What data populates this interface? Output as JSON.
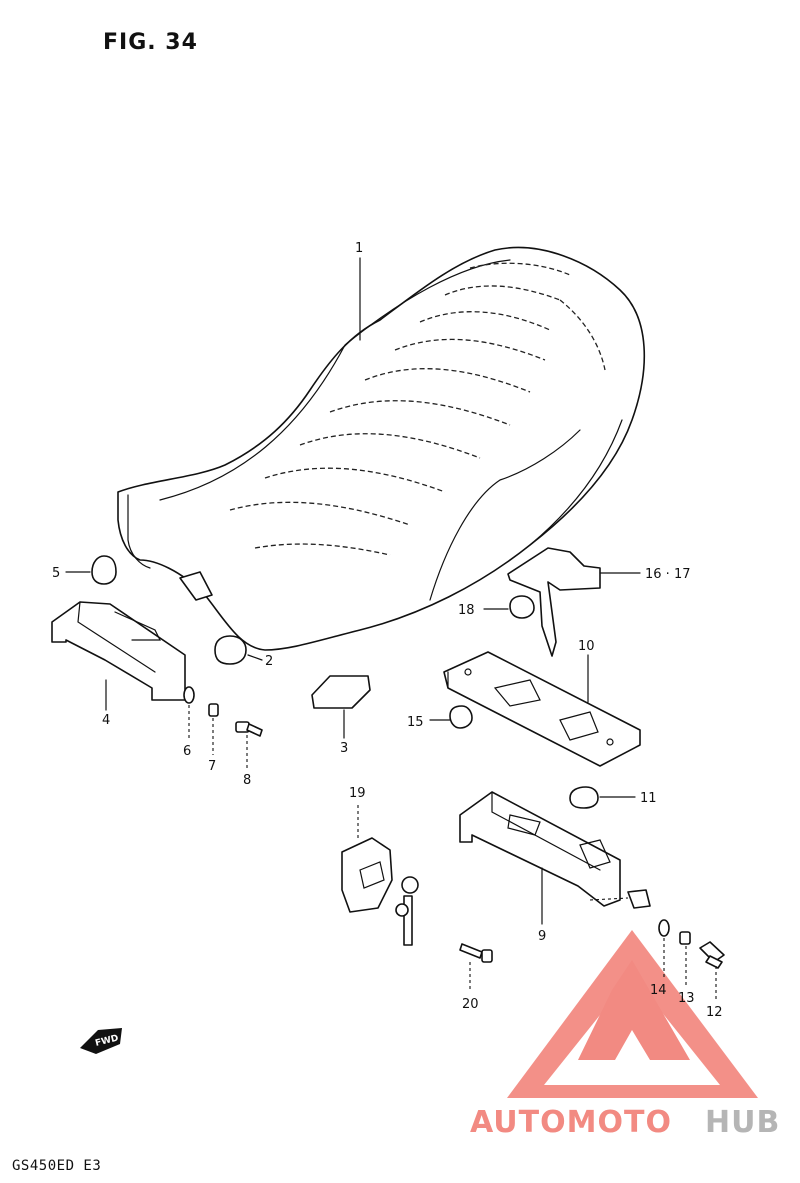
{
  "figure": {
    "title": "FIG. 34",
    "model": "GS450ED  E3"
  },
  "callouts": [
    {
      "id": "c1",
      "text": "1"
    },
    {
      "id": "c2",
      "text": "2"
    },
    {
      "id": "c3",
      "text": "3"
    },
    {
      "id": "c4",
      "text": "4"
    },
    {
      "id": "c5",
      "text": "5"
    },
    {
      "id": "c6",
      "text": "6"
    },
    {
      "id": "c7",
      "text": "7"
    },
    {
      "id": "c8",
      "text": "8"
    },
    {
      "id": "c9",
      "text": "9"
    },
    {
      "id": "c10",
      "text": "10"
    },
    {
      "id": "c11",
      "text": "11"
    },
    {
      "id": "c12",
      "text": "12"
    },
    {
      "id": "c13",
      "text": "13"
    },
    {
      "id": "c14",
      "text": "14"
    },
    {
      "id": "c15",
      "text": "15"
    },
    {
      "id": "c1617",
      "text": "16 · 17"
    },
    {
      "id": "c18",
      "text": "18"
    },
    {
      "id": "c19",
      "text": "19"
    },
    {
      "id": "c20",
      "text": "20"
    }
  ],
  "direction_arrow": {
    "label": "FWD"
  },
  "watermark": {
    "part1": "AUTOMOTO",
    "part2": "HUB",
    "color_primary": "#f28a82",
    "color_secondary": "#b5b5b5"
  }
}
